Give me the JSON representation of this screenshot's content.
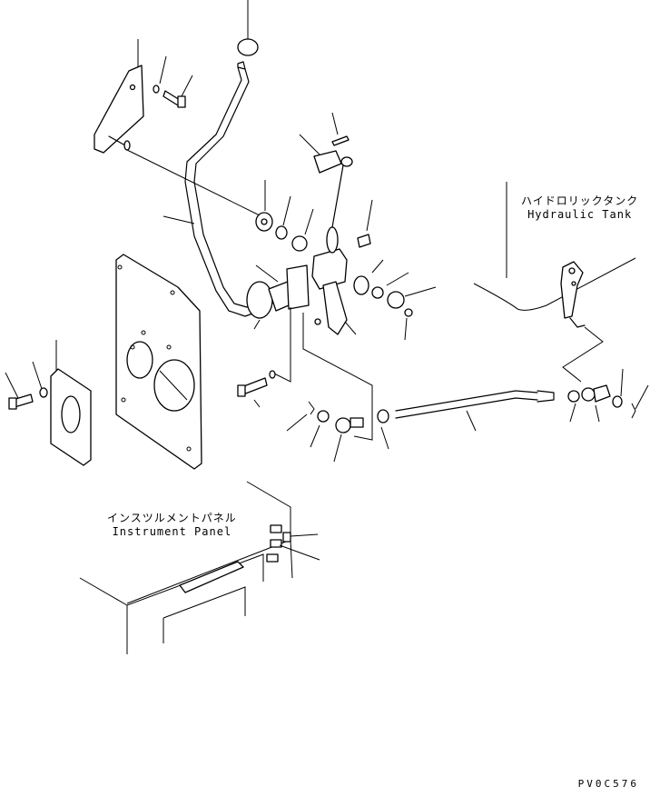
{
  "labels": {
    "hydraulic_tank_jp": "ハイドロリックタンク",
    "hydraulic_tank_en": "Hydraulic Tank",
    "instrument_panel_jp": "インスツルメントパネル",
    "instrument_panel_en": "Instrument Panel"
  },
  "drawing_code": "PV0C576"
}
